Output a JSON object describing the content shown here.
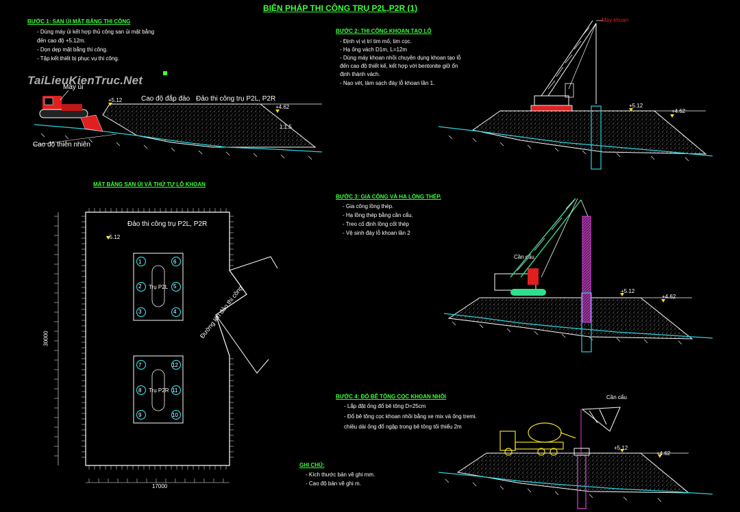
{
  "title": "BIỆN PHÁP THI CÔNG TRỤ P2L,P2R (1)",
  "watermark": "TaiLieuKienTruc.Net",
  "step1": {
    "heading": "BƯỚC 1: SAN ỦI MẶT BẰNG THI CÔNG",
    "lines": [
      "- Dùng máy ủi kết hợp thủ công san ủi mặt bằng",
      "  đến cao độ +5.12m.",
      "- Dọn dẹp mặt bằng thi công.",
      "- Tập kết thiết bị phục vụ thi công."
    ],
    "dozer_label": "Máy ủi",
    "island_top_label": "Cao độ đắp đảo",
    "island_label": "Đảo thi công trụ P2L, P2R",
    "natural_label": "Cao độ thiên nhiên",
    "elev_top": "+5.12",
    "elev_side": "+4.62",
    "slope": "1:1.5"
  },
  "step2": {
    "heading": "BƯỚC 2: THI CÔNG KHOAN TẠO LỖ",
    "lines": [
      "- Định vị vị trí tim mố, tim cọc.",
      "- Hạ ống vách D1m, L=12m",
      "- Dùng máy khoan nhồi chuyên dụng khoan tạo lỗ",
      "  đến cao độ thiết kế, kết hợp với bentonite giữ ổn",
      "  định thành vách.",
      "- Nạo vét, làm sạch đáy lỗ khoan lần 1."
    ],
    "machine_label": "Máy khoan",
    "elev_top": "+5.12",
    "elev_side": "+4.62"
  },
  "plan": {
    "heading": "MẶT BẰNG SAN ỦI VÀ THỨ TỰ LỖ KHOAN",
    "island_label": "Đảo thi công trụ P2L, P2R",
    "elev": "+5.12",
    "dim_height": "30000",
    "dim_width": "17000",
    "road_label": "Đường lên đảo thi công",
    "pier_top_label": "Trụ P2L",
    "pier_bot_label": "Trụ P2R",
    "pier_top_numbers": [
      "1",
      "6",
      "2",
      "5",
      "3",
      "4"
    ],
    "pier_bot_numbers": [
      "7",
      "12",
      "8",
      "11",
      "9",
      "10"
    ]
  },
  "step3": {
    "heading": "BƯỚC 3: GIA CÔNG VÀ HẠ LỒNG THÉP.",
    "lines": [
      "- Gia công lồng thép.",
      "- Hạ lồng thép bằng cần cẩu.",
      "- Treo cố định lồng cốt thép",
      "- Vệ sinh đáy lỗ khoan lần 2"
    ],
    "crane_label": "Cần cẩu",
    "elev_top": "+5.12",
    "elev_side": "+4.62"
  },
  "step4": {
    "heading": "BƯỚC 4: ĐỔ BÊ TÔNG CỌC KHOAN NHỒI",
    "lines": [
      "- Lắp đặt ống đổ bê tông D=25cm",
      "- Đổ bê tông cọc khoan nhồi bằng xe mix và ống tremi.",
      "chiều dài ống đổ ngập trong bê tông tối thiểu 2m"
    ],
    "crane_label": "Cần cẩu",
    "elev_top": "+5.12",
    "elev_side": "+4.62"
  },
  "notes": {
    "heading": "GHI CHÚ:",
    "lines": [
      "- Kích thước bản vẽ ghi mm.",
      "- Cao độ bản vẽ ghi m."
    ]
  },
  "colors": {
    "background": "#000000",
    "heading_green": "#3cff3c",
    "water_cyan": "#2ad4e0",
    "crane_white": "#ffffff",
    "crane_green": "#2ee08a",
    "cage_magenta": "#e040e0",
    "mixer_yellow": "#f0e020",
    "dozer_red": "#e02020",
    "elev_marker": "#f0e020"
  }
}
